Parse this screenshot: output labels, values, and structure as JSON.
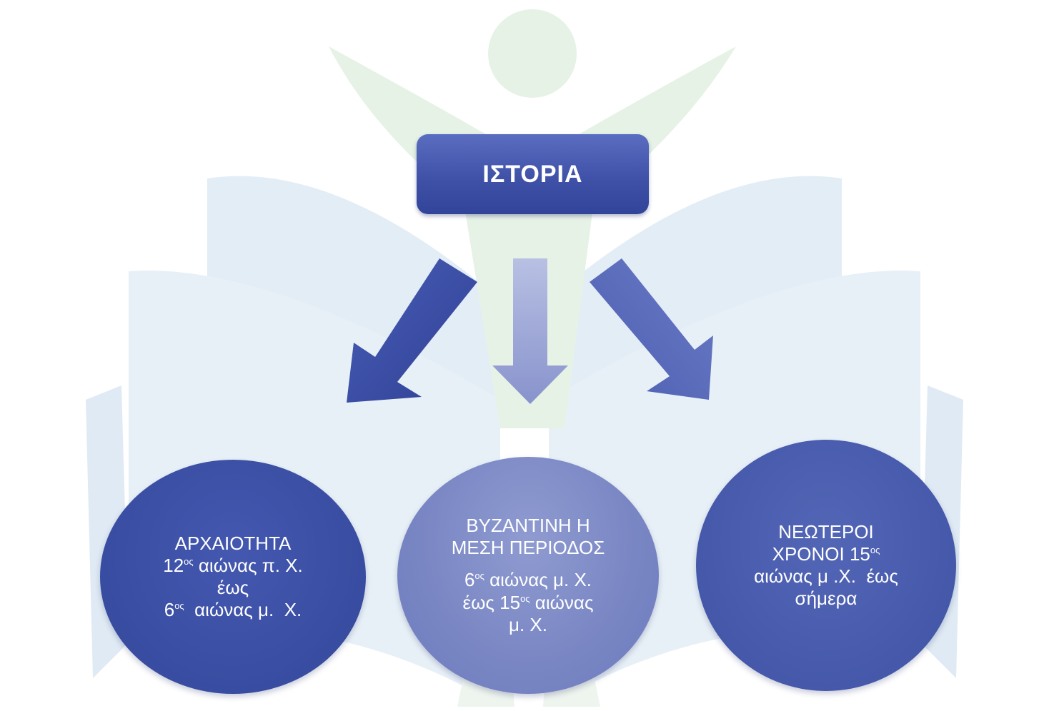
{
  "title": "ΙΣΤΟΡΙΑ",
  "colors": {
    "title_box": "#3f52a8",
    "circle_left": "#3a4ea3",
    "circle_middle": "#7a87c4",
    "circle_right": "#475aac",
    "watermark_blue": "#dbe9f5",
    "watermark_green": "#e4f1e4"
  },
  "background_icon": "open-book-with-person-watermark",
  "periods": [
    {
      "heading": "ΑΡΧΑΙΟΤΗΤΑ",
      "from_num": "12",
      "from_sup": "ος",
      "from_rest": " αιώνας π. Χ.",
      "connector": "έως",
      "to_num": "6",
      "to_sup": "ος",
      "to_rest": "  αιώνας μ.  Χ."
    },
    {
      "heading_1": "ΒΥΖΑΝΤΙΝΗ Η",
      "heading_2": "ΜΕΣΗ ΠΕΡΙΟΔΟΣ",
      "from_num": "6",
      "from_sup": "ος",
      "from_rest": " αιώνας μ. Χ.",
      "connector": "έως ",
      "to_num": "15",
      "to_sup": "ος",
      "to_rest": " αιώνας",
      "to_tail": "μ. Χ."
    },
    {
      "heading_1": "ΝΕΩΤΕΡΟΙ",
      "heading_2": "ΧΡΟΝΟΙ ",
      "from_num": "15",
      "from_sup": "ος",
      "line_3": "αιώνας μ .Χ.  έως",
      "line_4": "σήμερα"
    }
  ]
}
